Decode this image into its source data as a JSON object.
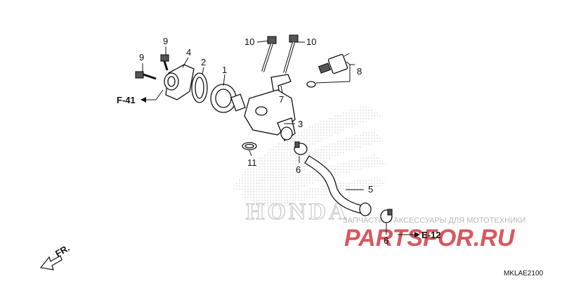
{
  "parts": {
    "thermostat": "1",
    "gasket": "2",
    "thermostat_housing": "3",
    "cover": "4",
    "hose": "5",
    "clamp_upper": "6",
    "clamp_lower": "6",
    "bracket": "7",
    "sensor": "8",
    "bolt_top": "9",
    "bolt_left": "9",
    "bolt_long_left": "10",
    "bolt_long_right": "10",
    "o_ring": "11"
  },
  "refs": {
    "f41": "F-41",
    "e12": "E-12"
  },
  "direction": "FR.",
  "diagram_code": "MKLAE2100",
  "watermark": {
    "caption": "ЗАПЧАСТИ И АКСЕССУАРЫ ДЛЯ МОТОТЕХНИКИ",
    "logo": "PARTSFOR.RU",
    "brand": "HONDA"
  }
}
